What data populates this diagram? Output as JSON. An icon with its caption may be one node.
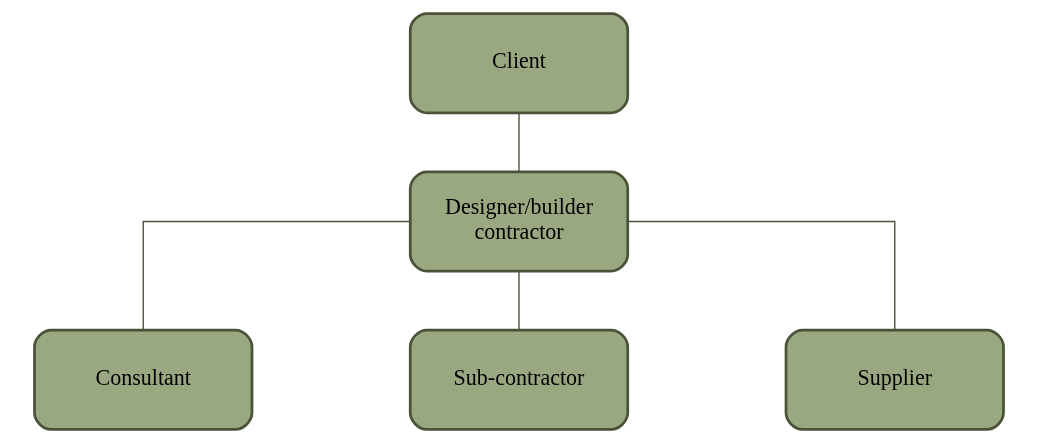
{
  "diagram": {
    "nodes": [
      {
        "text": [
          "Client"
        ]
      },
      {
        "text": [
          "Designer/builder contractor"
        ]
      },
      {
        "text": [
          "Consultant"
        ]
      },
      {
        "text": [
          "Sub-contractor"
        ]
      },
      {
        "text": [
          "Supplier"
        ]
      }
    ],
    "edges": [
      {
        "from": 0,
        "to": 1,
        "arrow": "none"
      },
      {
        "from": 1,
        "to": 2,
        "arrow": "none"
      },
      {
        "from": 1,
        "to": 3,
        "arrow": "none"
      },
      {
        "from": 1,
        "to": 4,
        "arrow": "none"
      }
    ]
  }
}
